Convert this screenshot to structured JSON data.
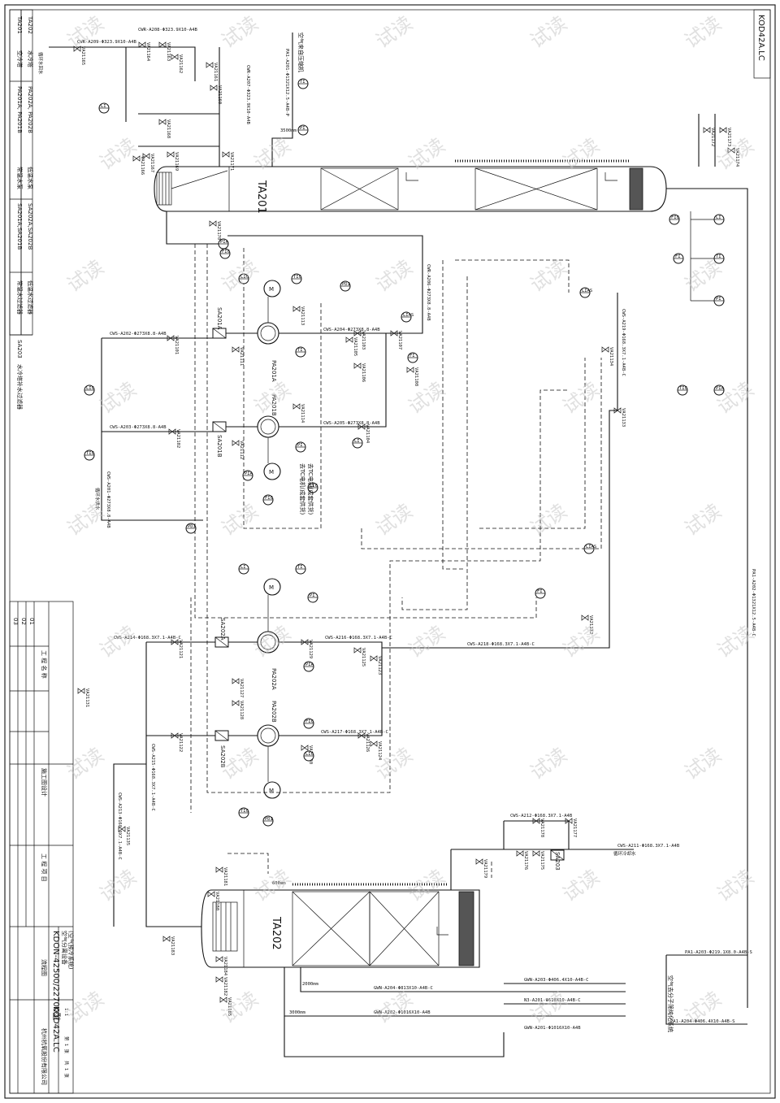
{
  "drawing": {
    "code": "KOD42A.LC",
    "title_block_code": "KDON-42500/22700型",
    "title_block_sub1": "空气分离设备",
    "title_block_sub2": "(空气预冷系统)",
    "flow_label": "流程图",
    "company": "杭州杭氧股份有限公司",
    "project": "工 程 名 称",
    "project2": "工 程 项 目",
    "design_stage": "施工图设计",
    "scale": "1:1",
    "sheet_label": "第 1 张",
    "sheet_total": "共 1 张"
  },
  "equipment": {
    "ta201": "TA201",
    "ta202": "TA202",
    "pa201a": "PA201A",
    "pa201b": "PA201B",
    "pa202a": "PA202A",
    "pa202b": "PA202B",
    "sa201a": "SA201A",
    "sa201b": "SA201B",
    "sa202a": "SA202A",
    "sa202b": "SA202B",
    "sa203": "SA203"
  },
  "legend": [
    {
      "code": "TA201",
      "name": "空冷塔"
    },
    {
      "code": "TA202",
      "name": "水冷塔"
    },
    {
      "code": "PA201A, PA201B",
      "name": "常温水泵"
    },
    {
      "code": "PA202A, PA202B",
      "name": "低温水泵"
    },
    {
      "code": "SA201A,SA201B",
      "name": "常温水过滤器"
    },
    {
      "code": "SA202A,SA202B",
      "name": "低温水过滤器"
    },
    {
      "code": "SA203",
      "name": "水冷塔补水过滤器"
    }
  ],
  "lines": {
    "cwr_a209": "CWR-A209-Φ323.9X10-A4B",
    "cwr_a208": "CWR-A208-Φ323.9X10-A4B",
    "cwr_a207": "CWR-A207-Φ323.9X10-A4B",
    "pa1_a201": "PA1-A201-Φ1321X12.5-A4B-P",
    "pa1_a202": "PA1-A202-Φ1321X12.5-A4B-C",
    "pa1_a203": "PA1-A203-Φ219.1X8.0-A4B-S",
    "pa1_a204": "PA1-A204-Φ406.4X10-A4B-S",
    "cws_a202": "CWS-A202-Φ273X8.8-A4B",
    "cws_a203": "CWS-A203-Φ273X8.8-A4B",
    "cws_a204": "CWS-A204-Φ273X8.8-A4B",
    "cws_a205": "CWS-A205-Φ273X8.8-A4B",
    "cws_a201": "CWS-A201-Φ273X8.8-A4B",
    "cws_a214": "CWS-A214-Φ168.3X7.1-A4B-C",
    "cws_a215": "CWS-A215-Φ168.3X7.1-A4B-C",
    "cws_a216": "CWS-A216-Φ168.3X7.1-A4B-C",
    "cws_a217": "CWS-A217-Φ168.3X7.1-A4B-C",
    "cws_a218": "CWS-A218-Φ168.3X7.1-A4B-C",
    "cws_a219": "CWS-A219-Φ168.3X7.1-A4B-C",
    "cws_a211": "CWS-A211-Φ168.3X7.1-A4B",
    "cws_a212": "CWS-A212-Φ168.3X7.1-A4B",
    "cws_a213": "CWS-A213-Φ168.3X7.1-A4B-C",
    "cwr_a206": "CWR-A206-Φ273X8.8-A4B",
    "gwn_a204": "GWN-A204-Φ813X10-A4B-C",
    "gwn_a203": "GWN-A203-Φ406.4X10-A4B-C",
    "n3_a201": "N3-A201-Φ610X10-A4B-C",
    "gwn_a202": "GWN-A202-Φ1016X10-A4B",
    "gwn_a201": "GWN-A201-Φ1016X10-A4B"
  },
  "notes": {
    "air_from_compressor": "空气来自压缩机",
    "to_purifier": "空气去分子筛纯化系统",
    "water_return": "循环水回水",
    "water_supply": "循环水供水",
    "cooling_supply": "循环冷却水",
    "h3500": "3500mm",
    "h2000": "2000mm",
    "h3000": "3000mm",
    "h600": "600mm",
    "tc_note1": "去TC电机(成套供货)",
    "tc_note2": "去TC电机(成套供货)"
  },
  "valves": [
    "VA21164",
    "VA21163",
    "VA21162",
    "VA21161",
    "VA21160",
    "VA21165",
    "VA21166",
    "VA21167",
    "VA21168",
    "VA21169",
    "VA21170",
    "VA21171",
    "VA21101",
    "VA21102",
    "VA21103",
    "VA21104",
    "VA21105",
    "VA21106",
    "VA21107",
    "VA21108",
    "VA21111",
    "VA21112",
    "VA21113",
    "VA21114",
    "VA21121",
    "VA21122",
    "VA21123",
    "VA21124",
    "VA21125",
    "VA21126",
    "VA21127",
    "VA21128",
    "VA21129",
    "VA21130",
    "VA21131",
    "VA21132",
    "VA21133",
    "VA21134",
    "VA21135",
    "VA21172",
    "VA21173",
    "VA21174",
    "VA21175",
    "VA21176",
    "VA21177",
    "VA21178",
    "VA21179",
    "VA21180",
    "VA21181",
    "VA21182",
    "VA21183",
    "VA21184",
    "VA21185"
  ],
  "instruments": [
    "LI",
    "TI",
    "PI",
    "PIA",
    "FIC",
    "LIC",
    "TIC",
    "PDI",
    "LIAS",
    "FI"
  ],
  "watermark": "试读",
  "revisions": {
    "r1": "01",
    "r2": "02",
    "r3": "03"
  }
}
